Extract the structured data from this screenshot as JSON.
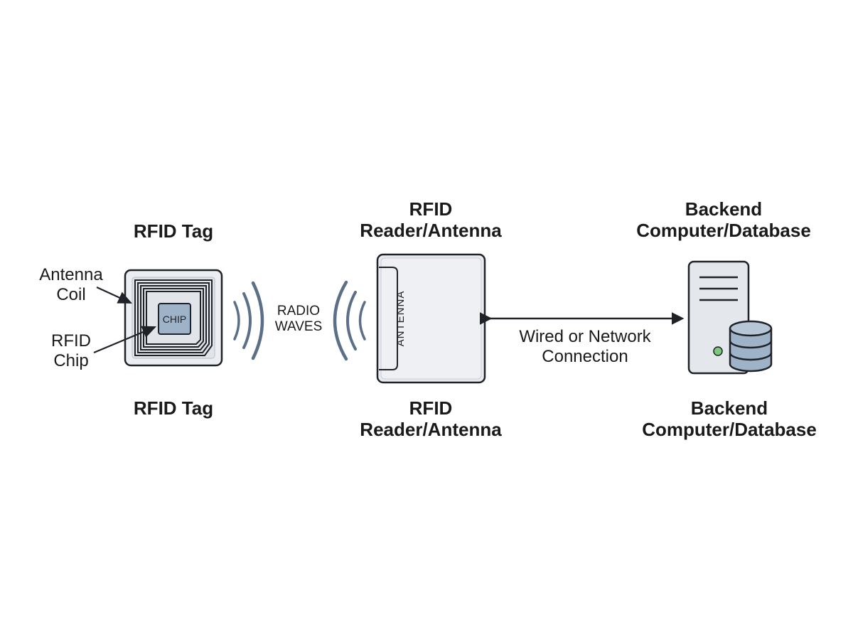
{
  "tag": {
    "title_top": "RFID Tag",
    "title_bottom": "RFID Tag",
    "antenna_coil_label": [
      "Antenna",
      "Coil"
    ],
    "chip_label": [
      "RFID",
      "Chip"
    ],
    "chip_text": "CHIP"
  },
  "waves": {
    "label": [
      "RADIO",
      "WAVES"
    ]
  },
  "reader": {
    "title_top": [
      "RFID",
      "Reader/Antenna"
    ],
    "title_bottom": [
      "RFID",
      "Reader/Antenna"
    ],
    "antenna_text": "ANTENNA"
  },
  "connection": {
    "label": [
      "Wired or Network",
      "Connection"
    ]
  },
  "backend": {
    "title_top": [
      "Backend",
      "Computer/Database"
    ],
    "title_bottom": [
      "Backend",
      "Computer/Database"
    ]
  },
  "colors": {
    "stroke": "#1f2328",
    "tag_fill": "#eceef1",
    "chip_fill": "#9fb3c8",
    "reader_fill": "#e8ebef",
    "server_fill": "#e4e7eb",
    "db_fill": "#9fb3c8",
    "wave": "#5b6f86",
    "led": "#7fc97f"
  }
}
